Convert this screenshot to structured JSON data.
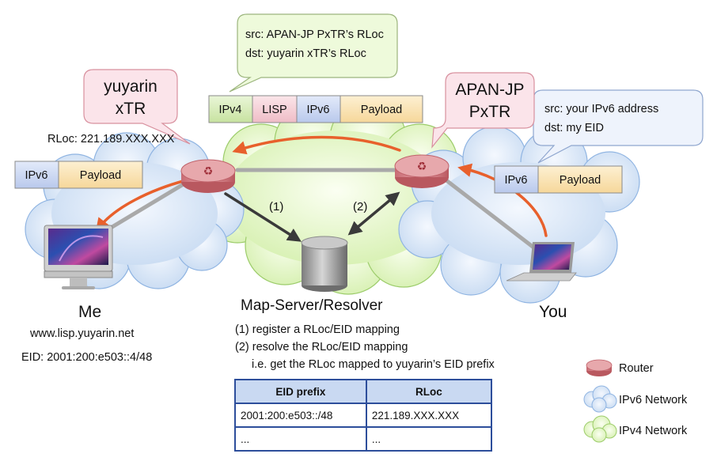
{
  "bubbles": {
    "pxtr_packet": {
      "line1": "src: APAN-JP PxTR’s RLoc",
      "line2": "dst: yuyarin xTR’s RLoc"
    },
    "you_packet": {
      "line1": "src: your IPv6 address",
      "line2": "dst: my EID"
    },
    "xtr_name": {
      "line1": "yuyarin",
      "line2": "xTR"
    },
    "pxtr_name": {
      "line1": "APAN-JP",
      "line2": "PxTR"
    }
  },
  "xtr_rloc": "RLoc: 221.189.XXX.XXX",
  "packets": {
    "lisp": {
      "ipv4": "IPv4",
      "lisp": "LISP",
      "ipv6": "IPv6",
      "payload": "Payload"
    },
    "left": {
      "ipv6": "IPv6",
      "payload": "Payload"
    },
    "right": {
      "ipv6": "IPv6",
      "payload": "Payload"
    }
  },
  "steps": {
    "one": "(1)",
    "two": "(2)"
  },
  "resolver_label": "Map-Server/Resolver",
  "me": {
    "name": "Me",
    "url": "www.lisp.yuyarin.net",
    "eid": "EID: 2001:200:e503::4/48"
  },
  "you": {
    "name": "You"
  },
  "notes": {
    "line1": "(1) register a RLoc/EID mapping",
    "line2": "(2) resolve the RLoc/EID mapping",
    "line3": "i.e. get the RLoc mapped to yuyarin’s EID prefix"
  },
  "table": {
    "headers": [
      "EID prefix",
      "RLoc"
    ],
    "rows": [
      [
        "2001:200:e503::/48",
        "221.189.XXX.XXX"
      ],
      [
        "...",
        "..."
      ]
    ]
  },
  "legend": {
    "router": "Router",
    "ipv6": "IPv6 Network",
    "ipv4": "IPv4 Network"
  },
  "colors": {
    "ipv4_cloud": "#e4f6c6",
    "ipv6_cloud": "#d8e6f7",
    "router": "#e7a8ac",
    "arrow": "#e8602c",
    "ipv4_block": "#d9ecbd",
    "lisp_block": "#f4d2d8",
    "ipv6_block": "#cfdaf2",
    "payload_block": "#fbe3b8"
  }
}
